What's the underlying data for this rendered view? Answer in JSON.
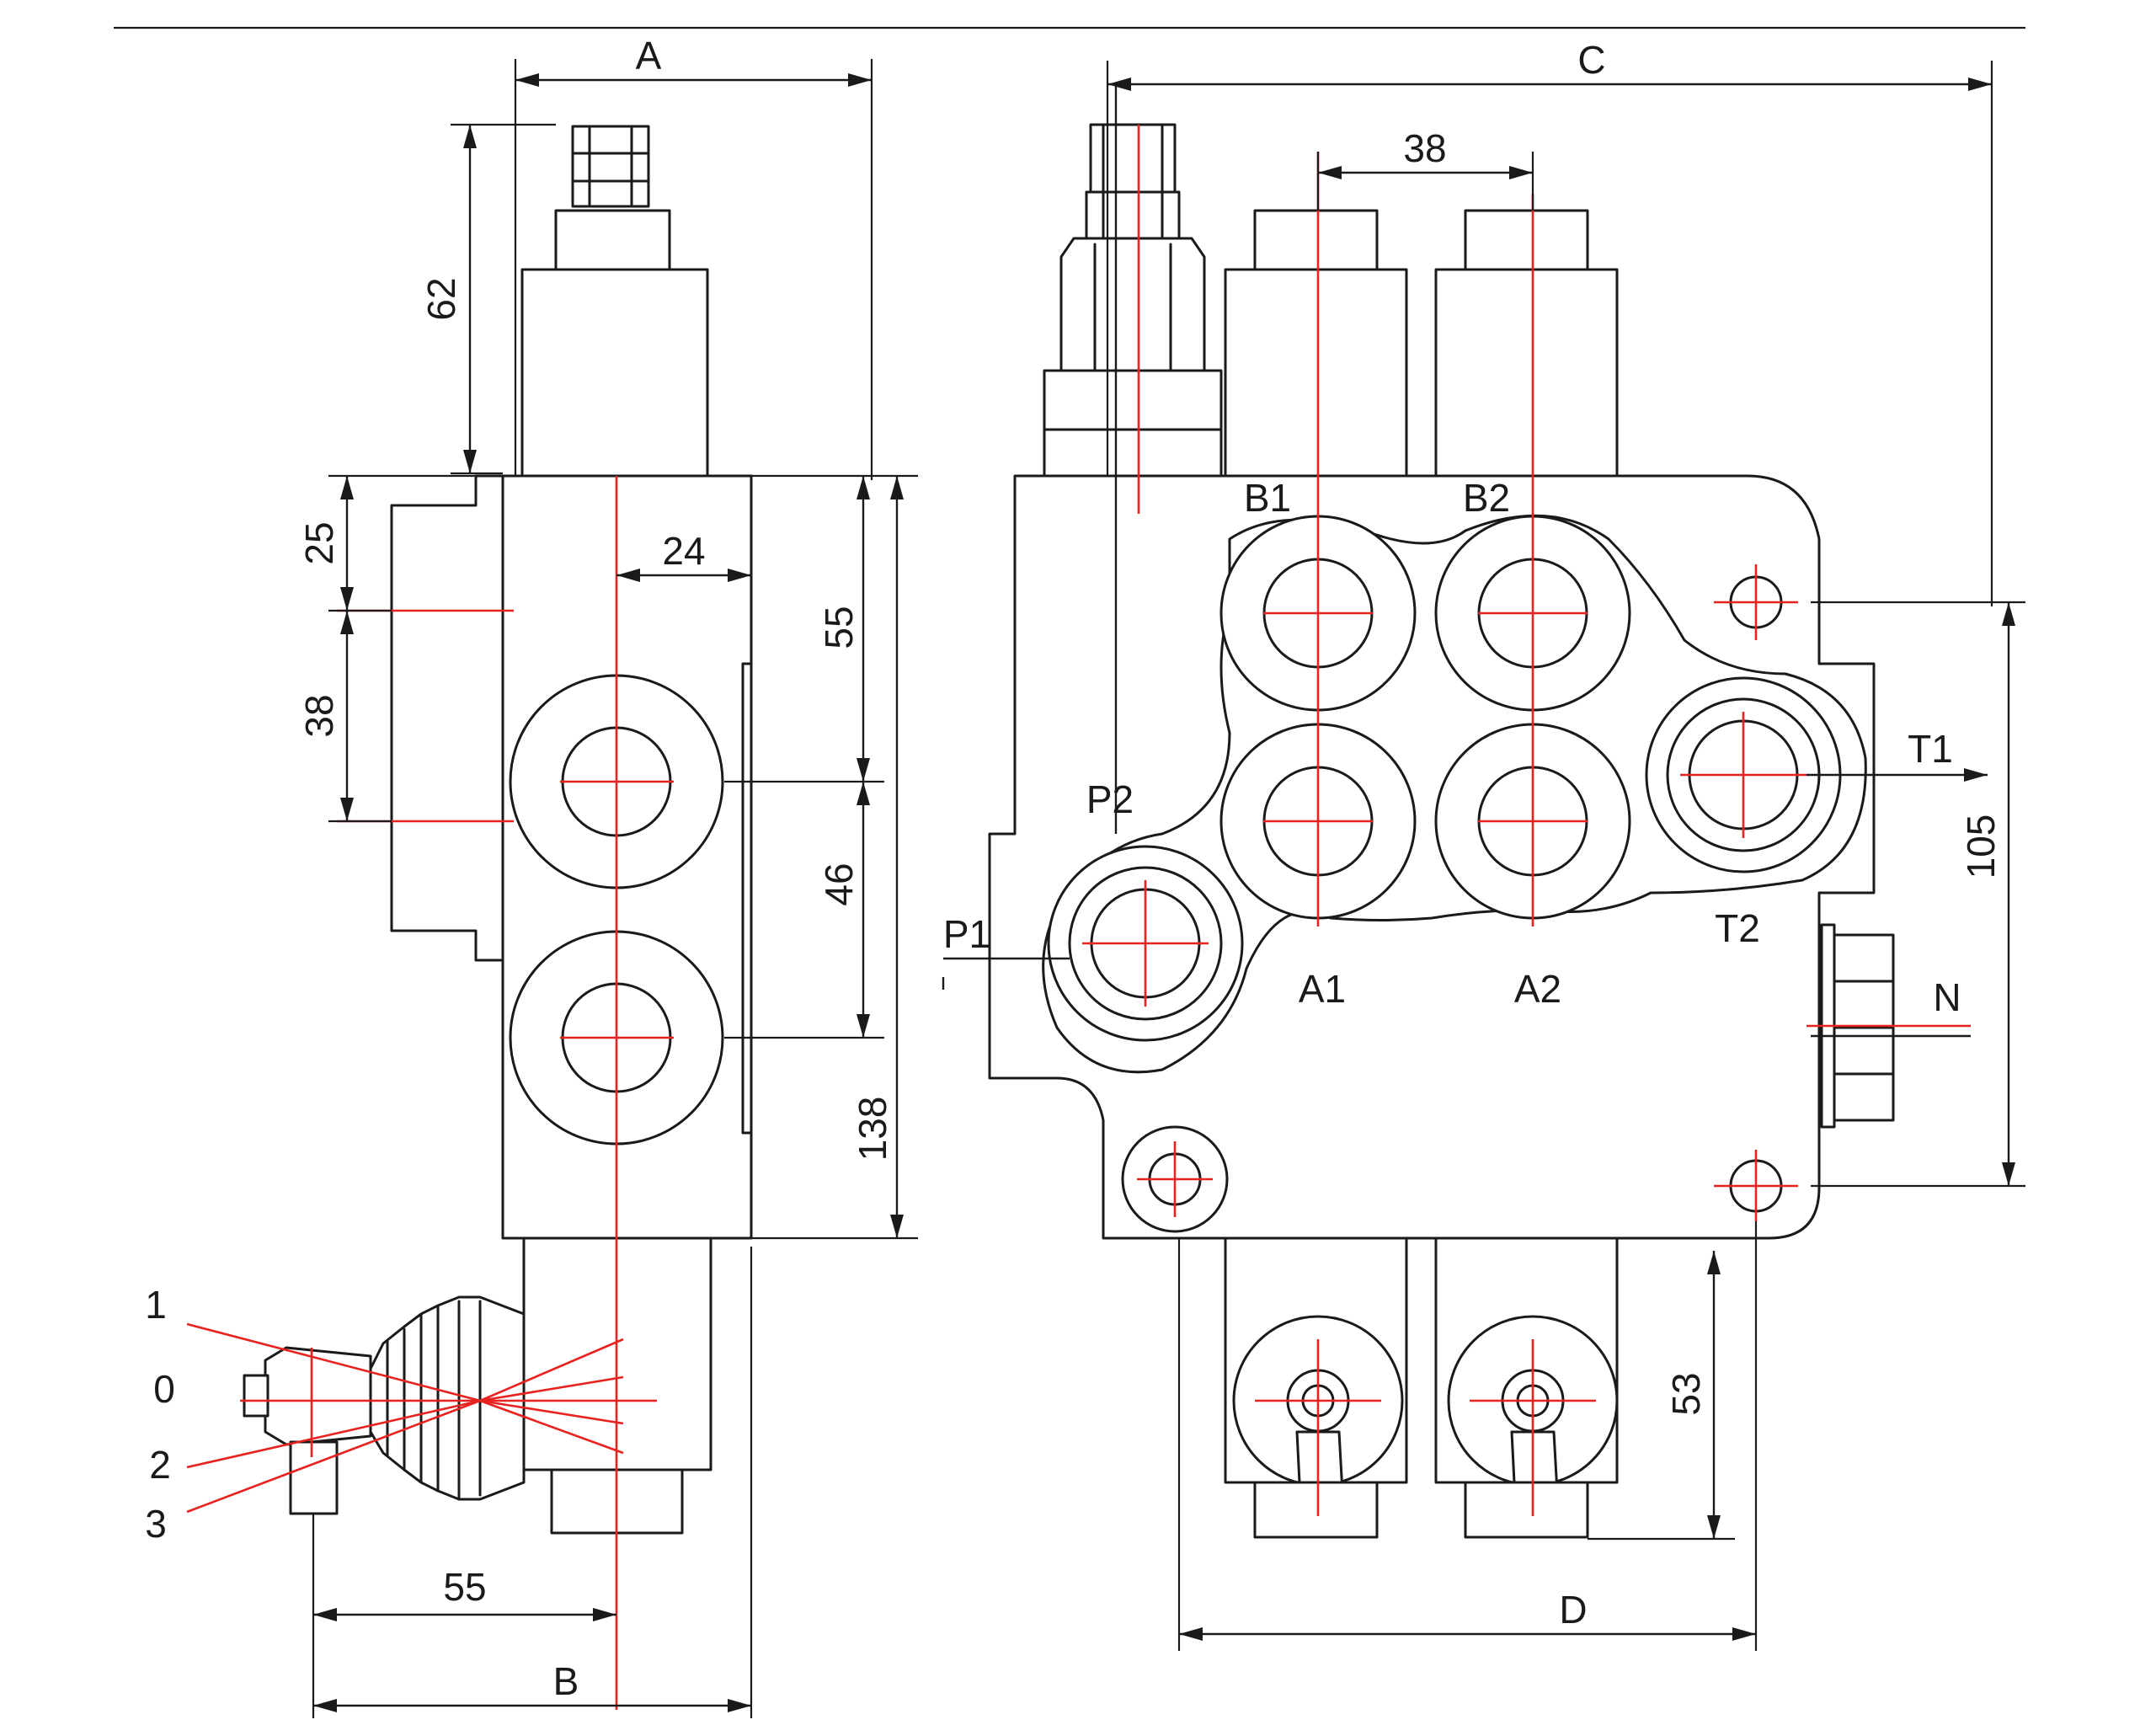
{
  "colors": {
    "outline": "#1a1a1a",
    "centerline": "#e8231f",
    "background": "#ffffff"
  },
  "dimensions": {
    "A": "A",
    "B": "B",
    "C": "C",
    "D": "D",
    "d62": "62",
    "d25": "25",
    "d38_side": "38",
    "d24": "24",
    "d55_side": "55",
    "d46": "46",
    "d138": "138",
    "d55_bottom": "55",
    "d38_top": "38",
    "d105": "105",
    "d53": "53"
  },
  "ports": {
    "B1": "B1",
    "B2": "B2",
    "A1": "A1",
    "A2": "A2",
    "P1": "P1",
    "P2": "P2",
    "T1": "T1",
    "T2": "T2",
    "N": "N"
  },
  "lever_positions": {
    "p1": "1",
    "p0": "0",
    "p2": "2",
    "p3": "3"
  }
}
